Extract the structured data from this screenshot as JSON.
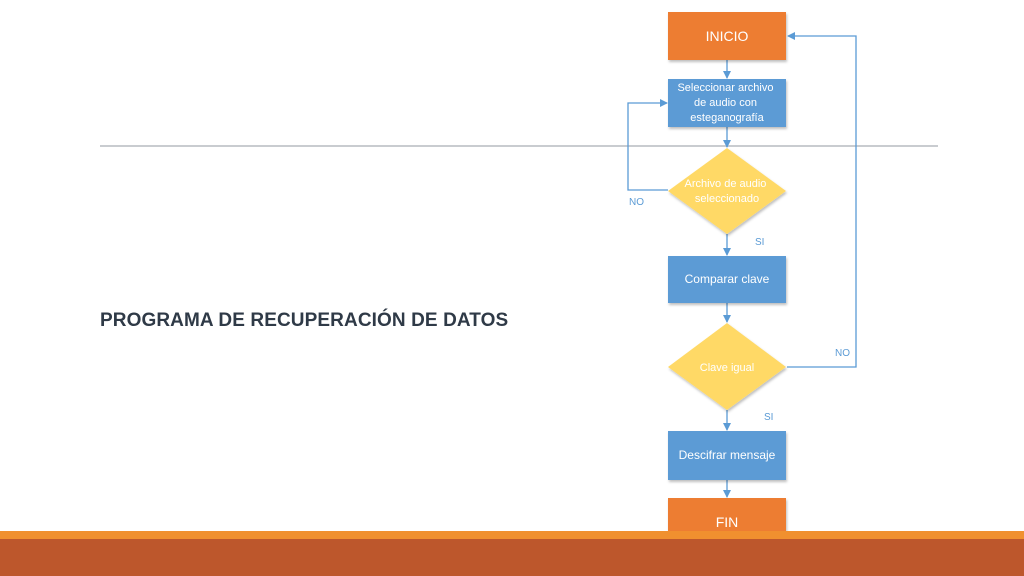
{
  "slide": {
    "title": "PROGRAMA DE RECUPERACIÓN DE DATOS"
  },
  "flowchart": {
    "start": "INICIO",
    "select_file": [
      "Seleccionar archivo",
      "de audio con",
      "esteganografía"
    ],
    "decision_file": [
      "Archivo de audio",
      "seleccionado"
    ],
    "compare": "Comparar clave",
    "decision_key": "Clave igual",
    "decipher": "Descifrar mensaje",
    "end": "FIN",
    "labels": {
      "no_file": "NO",
      "yes_file": "SI",
      "no_key": "NO",
      "yes_key": "SI"
    }
  },
  "colors": {
    "start_end": "#ed7d31",
    "process": "#5b9bd5",
    "decision": "#ffd966",
    "arrow": "#5b9bd5",
    "bottom_bar": "#bd572c",
    "bottom_stripe": "#f0902f"
  }
}
